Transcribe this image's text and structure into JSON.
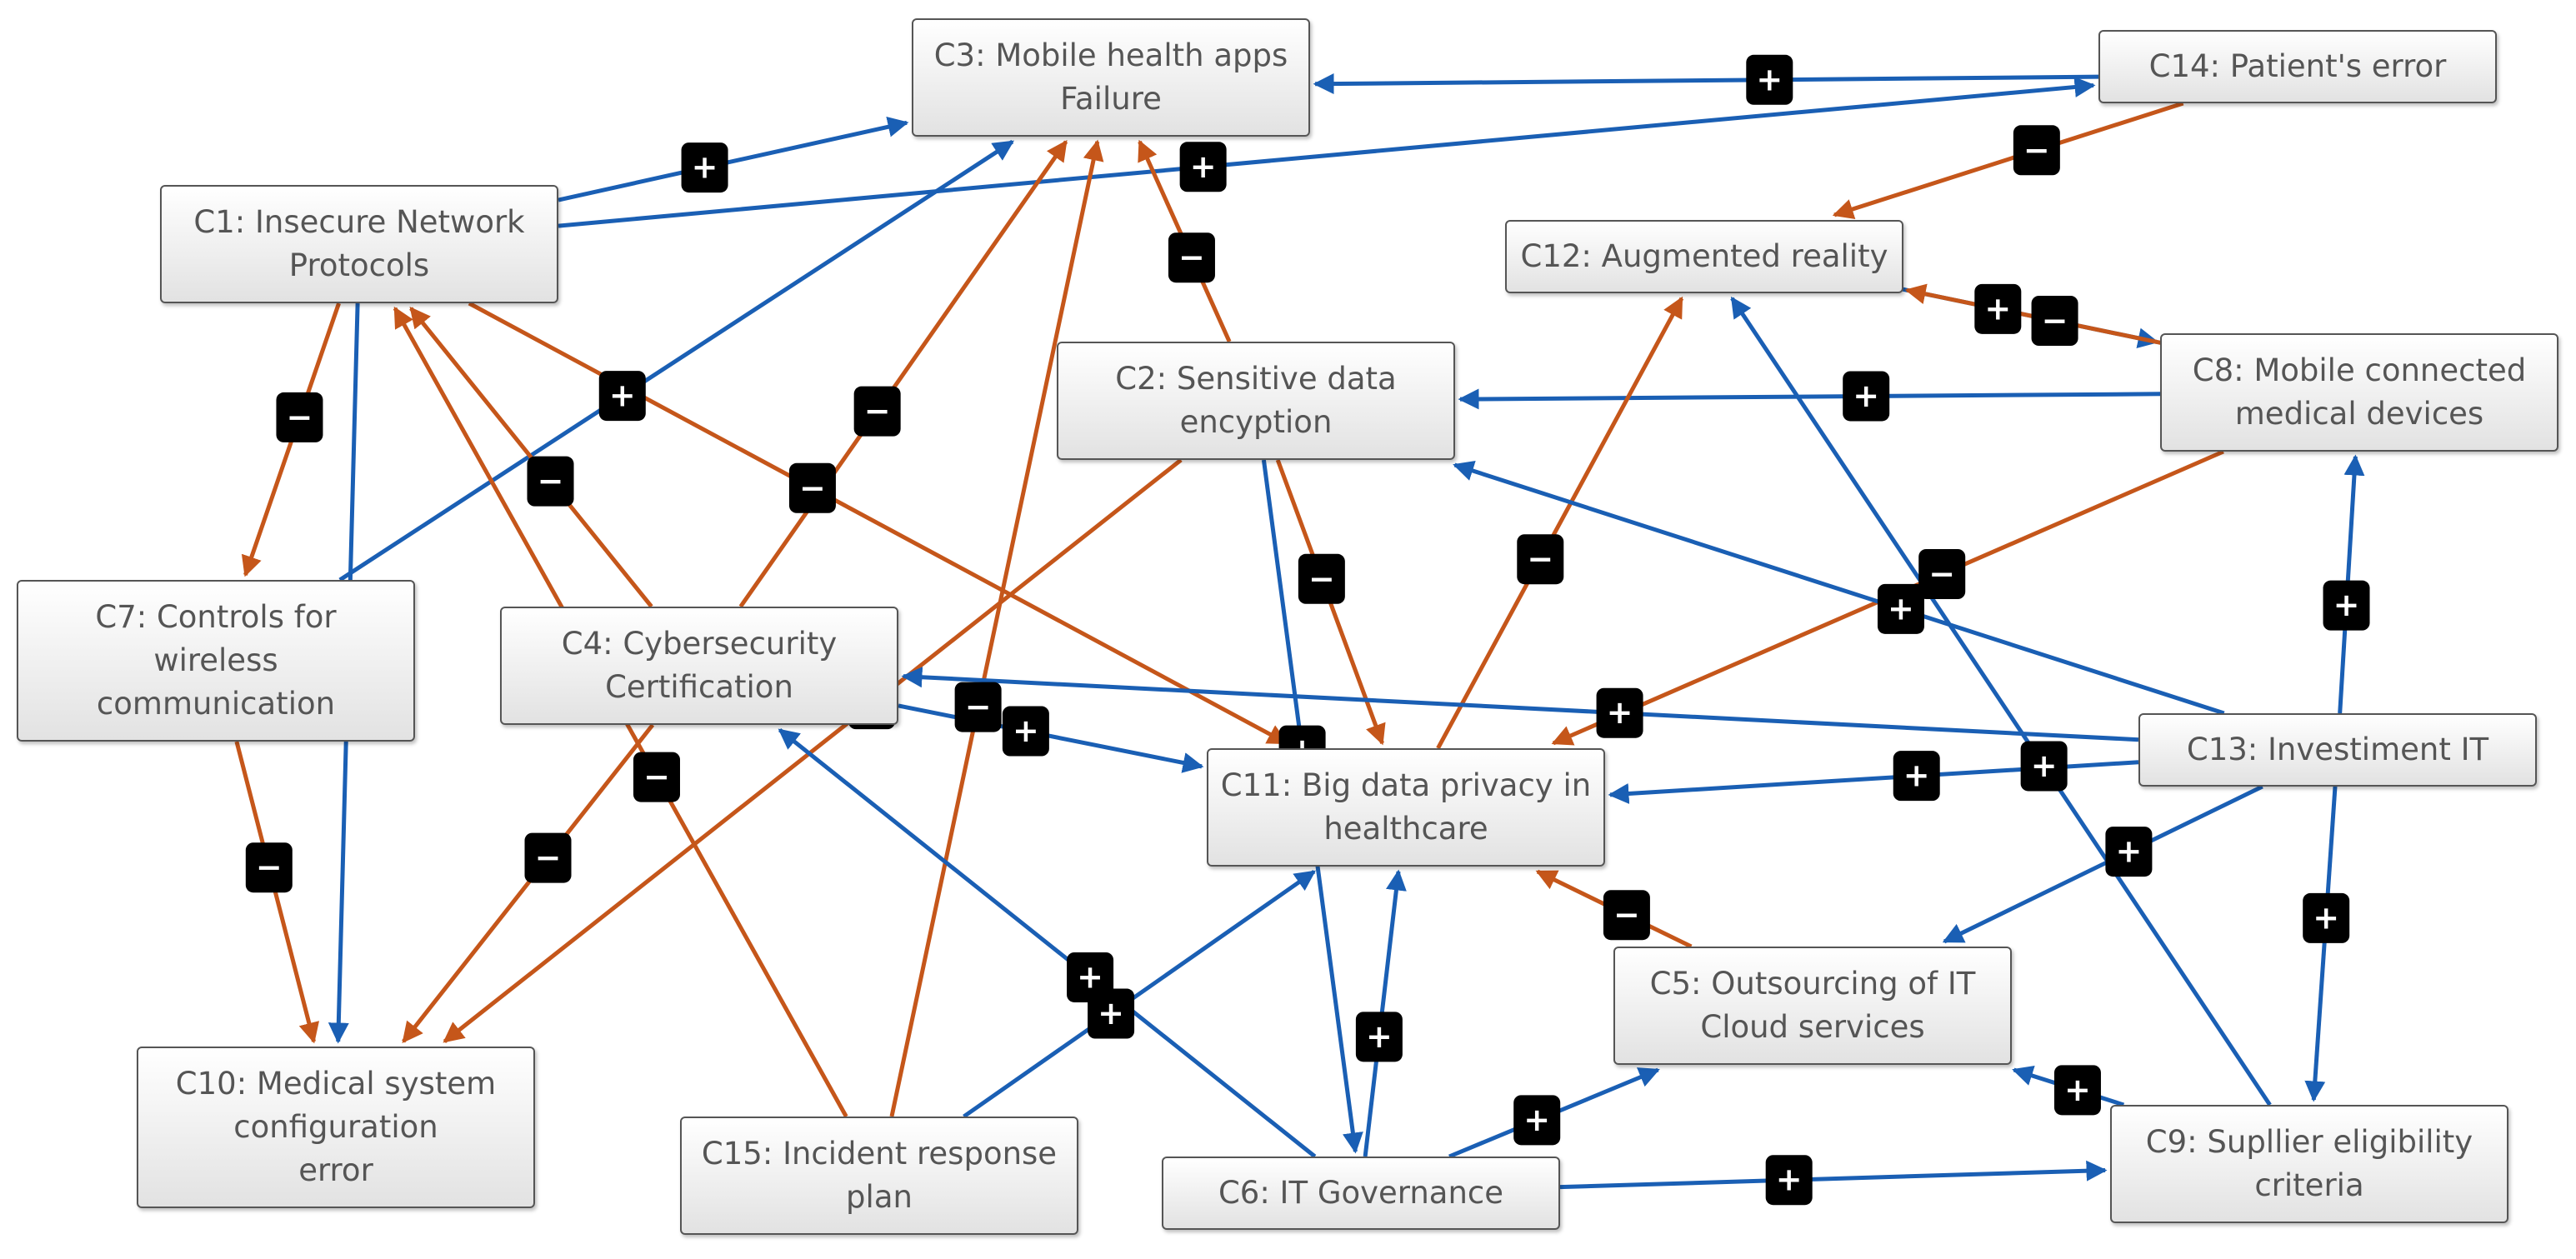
{
  "colors": {
    "positive": "#1a5fb4",
    "negative": "#c5561a",
    "badge": "#000000"
  },
  "nodes": [
    {
      "id": "c1",
      "label": "C1: Insecure Network\nProtocols"
    },
    {
      "id": "c2",
      "label": "C2: Sensitive data\nencyption"
    },
    {
      "id": "c3",
      "label": "C3: Mobile health apps\nFailure"
    },
    {
      "id": "c4",
      "label": "C4: Cybersecurity\nCertification"
    },
    {
      "id": "c5",
      "label": "C5: Outsourcing of IT\nCloud services"
    },
    {
      "id": "c6",
      "label": "C6: IT Governance"
    },
    {
      "id": "c7",
      "label": "C7: Controls for\nwireless\ncommunication"
    },
    {
      "id": "c8",
      "label": "C8: Mobile connected\nmedical devices"
    },
    {
      "id": "c9",
      "label": "C9: Supllier eligibility\ncriteria"
    },
    {
      "id": "c10",
      "label": "C10: Medical system\nconfiguration\nerror"
    },
    {
      "id": "c11",
      "label": "C11: Big data privacy in\nhealthcare"
    },
    {
      "id": "c12",
      "label": "C12: Augmented reality"
    },
    {
      "id": "c13",
      "label": "C13: Investiment IT"
    },
    {
      "id": "c14",
      "label": "C14: Patient's error"
    },
    {
      "id": "c15",
      "label": "C15: Incident response\nplan"
    }
  ],
  "edges": [
    {
      "from": "c1",
      "to": "c3",
      "sign": "+"
    },
    {
      "from": "c1",
      "to": "c14",
      "sign": "+"
    },
    {
      "from": "c1",
      "to": "c7",
      "sign": "−"
    },
    {
      "from": "c1",
      "to": "c10",
      "sign": "+"
    },
    {
      "from": "c1",
      "to": "c11",
      "sign": "−"
    },
    {
      "from": "c14",
      "to": "c3",
      "sign": "+"
    },
    {
      "from": "c14",
      "to": "c12",
      "sign": "−"
    },
    {
      "from": "c7",
      "to": "c3",
      "sign": "+"
    },
    {
      "from": "c7",
      "to": "c10",
      "sign": "−"
    },
    {
      "from": "c4",
      "to": "c3",
      "sign": "−"
    },
    {
      "from": "c4",
      "to": "c1",
      "sign": "−"
    },
    {
      "from": "c4",
      "to": "c11",
      "sign": "+"
    },
    {
      "from": "c4",
      "to": "c10",
      "sign": "−"
    },
    {
      "from": "c2",
      "to": "c3",
      "sign": "−"
    },
    {
      "from": "c2",
      "to": "c11",
      "sign": "−"
    },
    {
      "from": "c2",
      "to": "c10",
      "sign": "−"
    },
    {
      "from": "c2",
      "to": "c6",
      "sign": "+"
    },
    {
      "from": "c15",
      "to": "c3",
      "sign": "−"
    },
    {
      "from": "c15",
      "to": "c1",
      "sign": "−"
    },
    {
      "from": "c15",
      "to": "c11",
      "sign": "+"
    },
    {
      "from": "c12",
      "to": "c8",
      "sign": "+"
    },
    {
      "from": "c8",
      "to": "c12",
      "sign": "−"
    },
    {
      "from": "c8",
      "to": "c2",
      "sign": "+"
    },
    {
      "from": "c8",
      "to": "c11",
      "sign": "−"
    },
    {
      "from": "c11",
      "to": "c12",
      "sign": "−"
    },
    {
      "from": "c13",
      "to": "c2",
      "sign": "+"
    },
    {
      "from": "c13",
      "to": "c4",
      "sign": "+"
    },
    {
      "from": "c13",
      "to": "c11",
      "sign": "+"
    },
    {
      "from": "c13",
      "to": "c8",
      "sign": "+"
    },
    {
      "from": "c13",
      "to": "c9",
      "sign": "+"
    },
    {
      "from": "c13",
      "to": "c5",
      "sign": "+"
    },
    {
      "from": "c9",
      "to": "c12",
      "sign": "+"
    },
    {
      "from": "c9",
      "to": "c5",
      "sign": "+"
    },
    {
      "from": "c5",
      "to": "c11",
      "sign": "−"
    },
    {
      "from": "c6",
      "to": "c4",
      "sign": "+"
    },
    {
      "from": "c6",
      "to": "c11",
      "sign": "+"
    },
    {
      "from": "c6",
      "to": "c5",
      "sign": "+"
    },
    {
      "from": "c6",
      "to": "c9",
      "sign": "+"
    }
  ]
}
